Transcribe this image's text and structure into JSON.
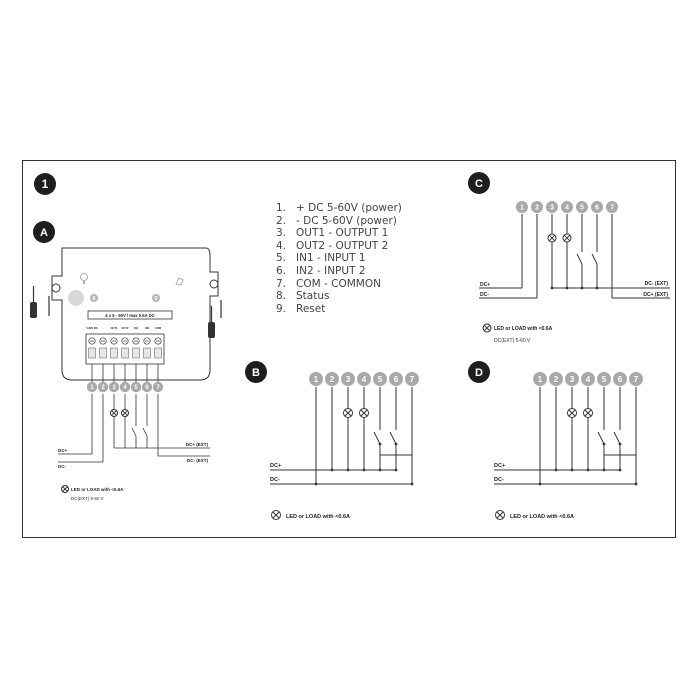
{
  "figure_number": "1",
  "panels": {
    "a": "A",
    "b": "B",
    "c": "C",
    "d": "D"
  },
  "legend": [
    {
      "num": "1.",
      "text": "+ DC 5-60V (power)"
    },
    {
      "num": "2.",
      "text": "- DC 5-60V (power)"
    },
    {
      "num": "3.",
      "text": "OUT1 - OUTPUT 1"
    },
    {
      "num": "4.",
      "text": "OUT2 - OUTPUT 2"
    },
    {
      "num": "5.",
      "text": "IN1 - INPUT 1"
    },
    {
      "num": "6.",
      "text": "IN2 - INPUT 2"
    },
    {
      "num": "7.",
      "text": "COM - COMMON"
    },
    {
      "num": "8.",
      "text": "Status"
    },
    {
      "num": "9.",
      "text": "Reset"
    }
  ],
  "terminals": [
    "1",
    "2",
    "3",
    "4",
    "5",
    "6",
    "7"
  ],
  "device": {
    "spec_label": "4 x 5 - 60V / max 0.6A DC",
    "indicator_status": "8",
    "indicator_reset": "9",
    "terminal_labels": [
      "5-60V DC",
      "-",
      "OUT1",
      "OUT2",
      "IN1",
      "IN2",
      "COM"
    ]
  },
  "wiring": {
    "dc_plus": "DC+",
    "dc_minus": "DC-",
    "dc_minus_ext": "DC- (EXT)",
    "dc_plus_ext": "DC+ (EXT)",
    "load_note": "LED or LOAD with <0.6A",
    "ext_supply": "DC(EXT) 5-60 V"
  },
  "icons": [
    "lightbulb-icon",
    "screwdriver-icon",
    "screw-icon",
    "hand-pointer-icon",
    "lamp-icon",
    "switch-icon"
  ]
}
